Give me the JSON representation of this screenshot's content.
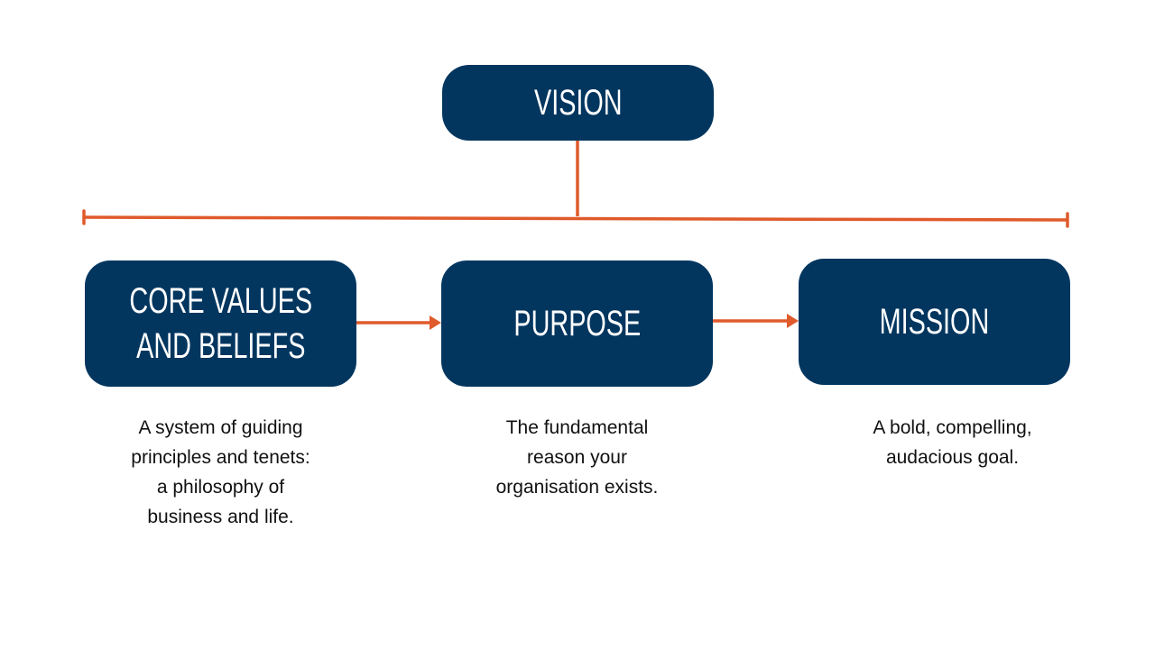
{
  "diagram": {
    "colors": {
      "box_fill": "#02365f",
      "box_text": "#ffffff",
      "connector": "#e05a2b",
      "desc_text": "#111111"
    },
    "vision": {
      "label": "VISION"
    },
    "nodes": [
      {
        "id": "core",
        "label": "CORE VALUES\nAND BELIEFS",
        "description": "A system of guiding\nprinciples and tenets:\na philosophy of\nbusiness and life."
      },
      {
        "id": "purpose",
        "label": "PURPOSE",
        "description": "The fundamental\nreason your\norganisation exists."
      },
      {
        "id": "mission",
        "label": "MISSION",
        "description": "A bold, compelling,\naudacious goal."
      }
    ],
    "edges": [
      {
        "from": "vision",
        "to": "bar",
        "type": "line"
      },
      {
        "from": "core",
        "to": "purpose",
        "type": "arrow"
      },
      {
        "from": "purpose",
        "to": "mission",
        "type": "arrow"
      }
    ]
  }
}
